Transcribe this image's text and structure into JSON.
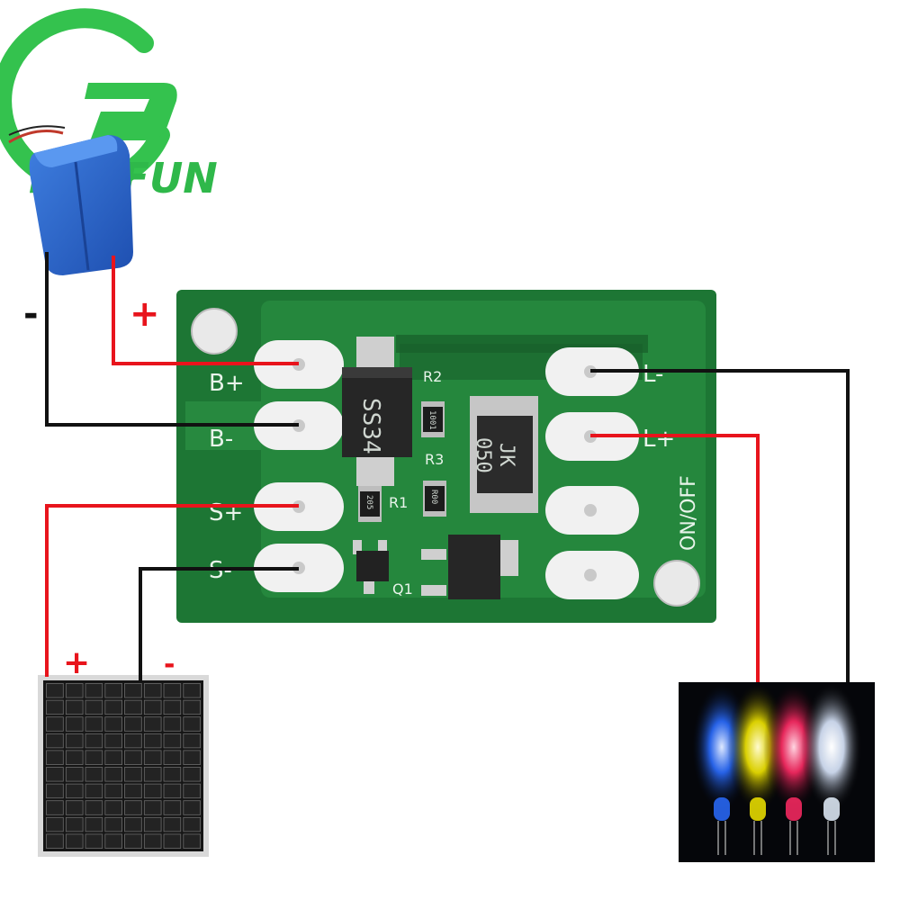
{
  "brand": {
    "name": "PCBFUN",
    "color": "#2fb84a"
  },
  "board": {
    "pcb_color": "#1f7a34",
    "pad_labels": {
      "b_plus": "B+",
      "b_minus": "B-",
      "s_plus": "S+",
      "s_minus": "S-",
      "l_minus": "L-",
      "l_plus": "L+"
    },
    "switch_label": "ON/OFF",
    "components": {
      "diode_marking": "SS34",
      "inductor_marking_1": "JK",
      "inductor_marking_2": "050",
      "r1": "R1",
      "r2": "R2",
      "r3": "R3",
      "q1": "Q1",
      "r2_value": "1001",
      "r3_value": "R00",
      "r1_value": "205"
    }
  },
  "battery": {
    "plus_sign": "+",
    "minus_sign": "-"
  },
  "solar_panel": {
    "plus_sign": "+",
    "minus_sign": "-"
  },
  "wire_colors": {
    "positive": "#e8141c",
    "negative": "#111111"
  },
  "led_colors": [
    "#2a6cff",
    "#f2e600",
    "#ff2a64",
    "#e6f2ff"
  ]
}
